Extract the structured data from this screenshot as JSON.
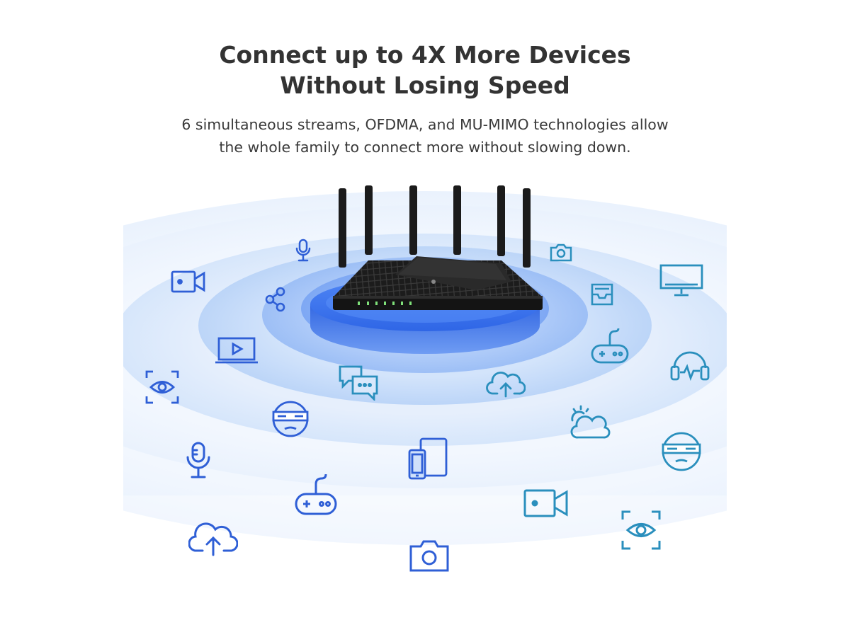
{
  "headline": {
    "line1": "Connect up to 4X More Devices",
    "line2": "Without Losing Speed"
  },
  "description": {
    "line1": "6 simultaneous streams, OFDMA, and MU-MIMO technologies allow",
    "line2": "the whole family to connect more without slowing down."
  },
  "colors": {
    "text_dark": "#333333",
    "icon_blue": "#2f5fd6",
    "icon_teal": "#2a8fbd",
    "wave_light": "#e7f1fd",
    "wave_mid": "#b9d3f8",
    "platform_blue": "#3f7df2",
    "router_body": "#1a1a1a",
    "led_green": "#7fe07a"
  },
  "icons": [
    "microphone-icon",
    "camera-icon",
    "video-camera-icon",
    "share-icon",
    "monitor-icon",
    "inbox-icon",
    "laptop-play-icon",
    "game-controller-icon",
    "eye-scan-icon",
    "chat-bubbles-icon",
    "cloud-upload-icon",
    "headset-icon",
    "vr-headset-icon",
    "weather-cloud-icon",
    "microphone-icon",
    "tablet-phone-icon",
    "vr-headset-icon",
    "game-controller-icon",
    "video-camera-icon",
    "eye-scan-icon",
    "cloud-upload-icon",
    "camera-icon"
  ]
}
